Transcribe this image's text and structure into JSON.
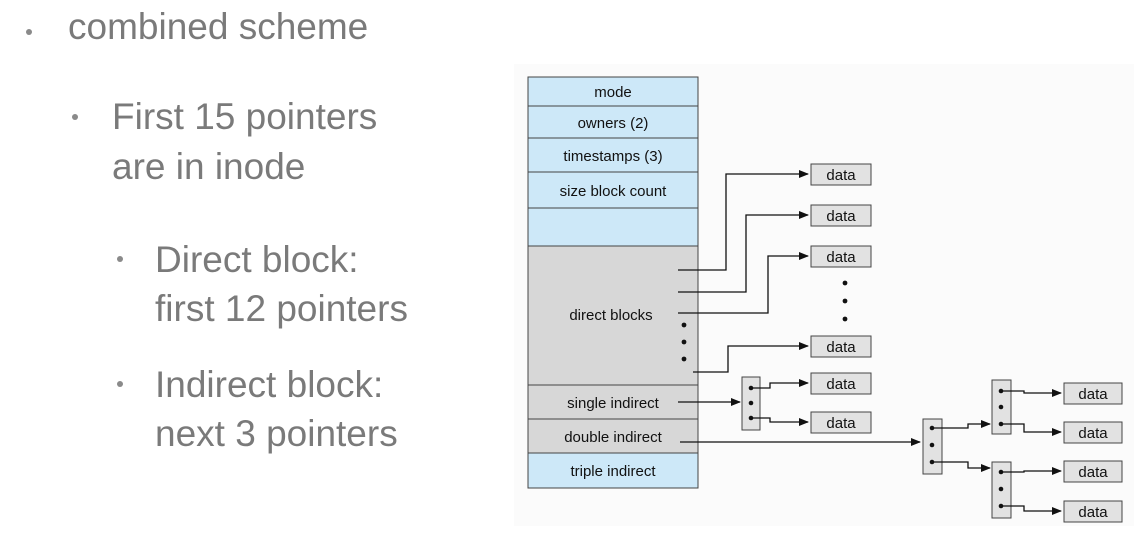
{
  "bullets": {
    "level1": "combined scheme",
    "level2": [
      "First 15 pointers",
      "are in inode"
    ],
    "direct": [
      "Direct block:",
      "first 12 pointers"
    ],
    "indirect": [
      "Indirect block:",
      "next 3 pointers"
    ]
  },
  "inode": {
    "mode": "mode",
    "owners": "owners (2)",
    "timestamps": "timestamps (3)",
    "size": "size block count",
    "direct": "direct blocks",
    "single": "single indirect",
    "double": "double indirect",
    "triple": "triple indirect"
  },
  "data_label": "data",
  "colors": {
    "header_fill": "#cde8f8",
    "gray_fill": "#d7d7d7",
    "data_fill": "#e2e2e2",
    "text": "#7a7a7a"
  }
}
